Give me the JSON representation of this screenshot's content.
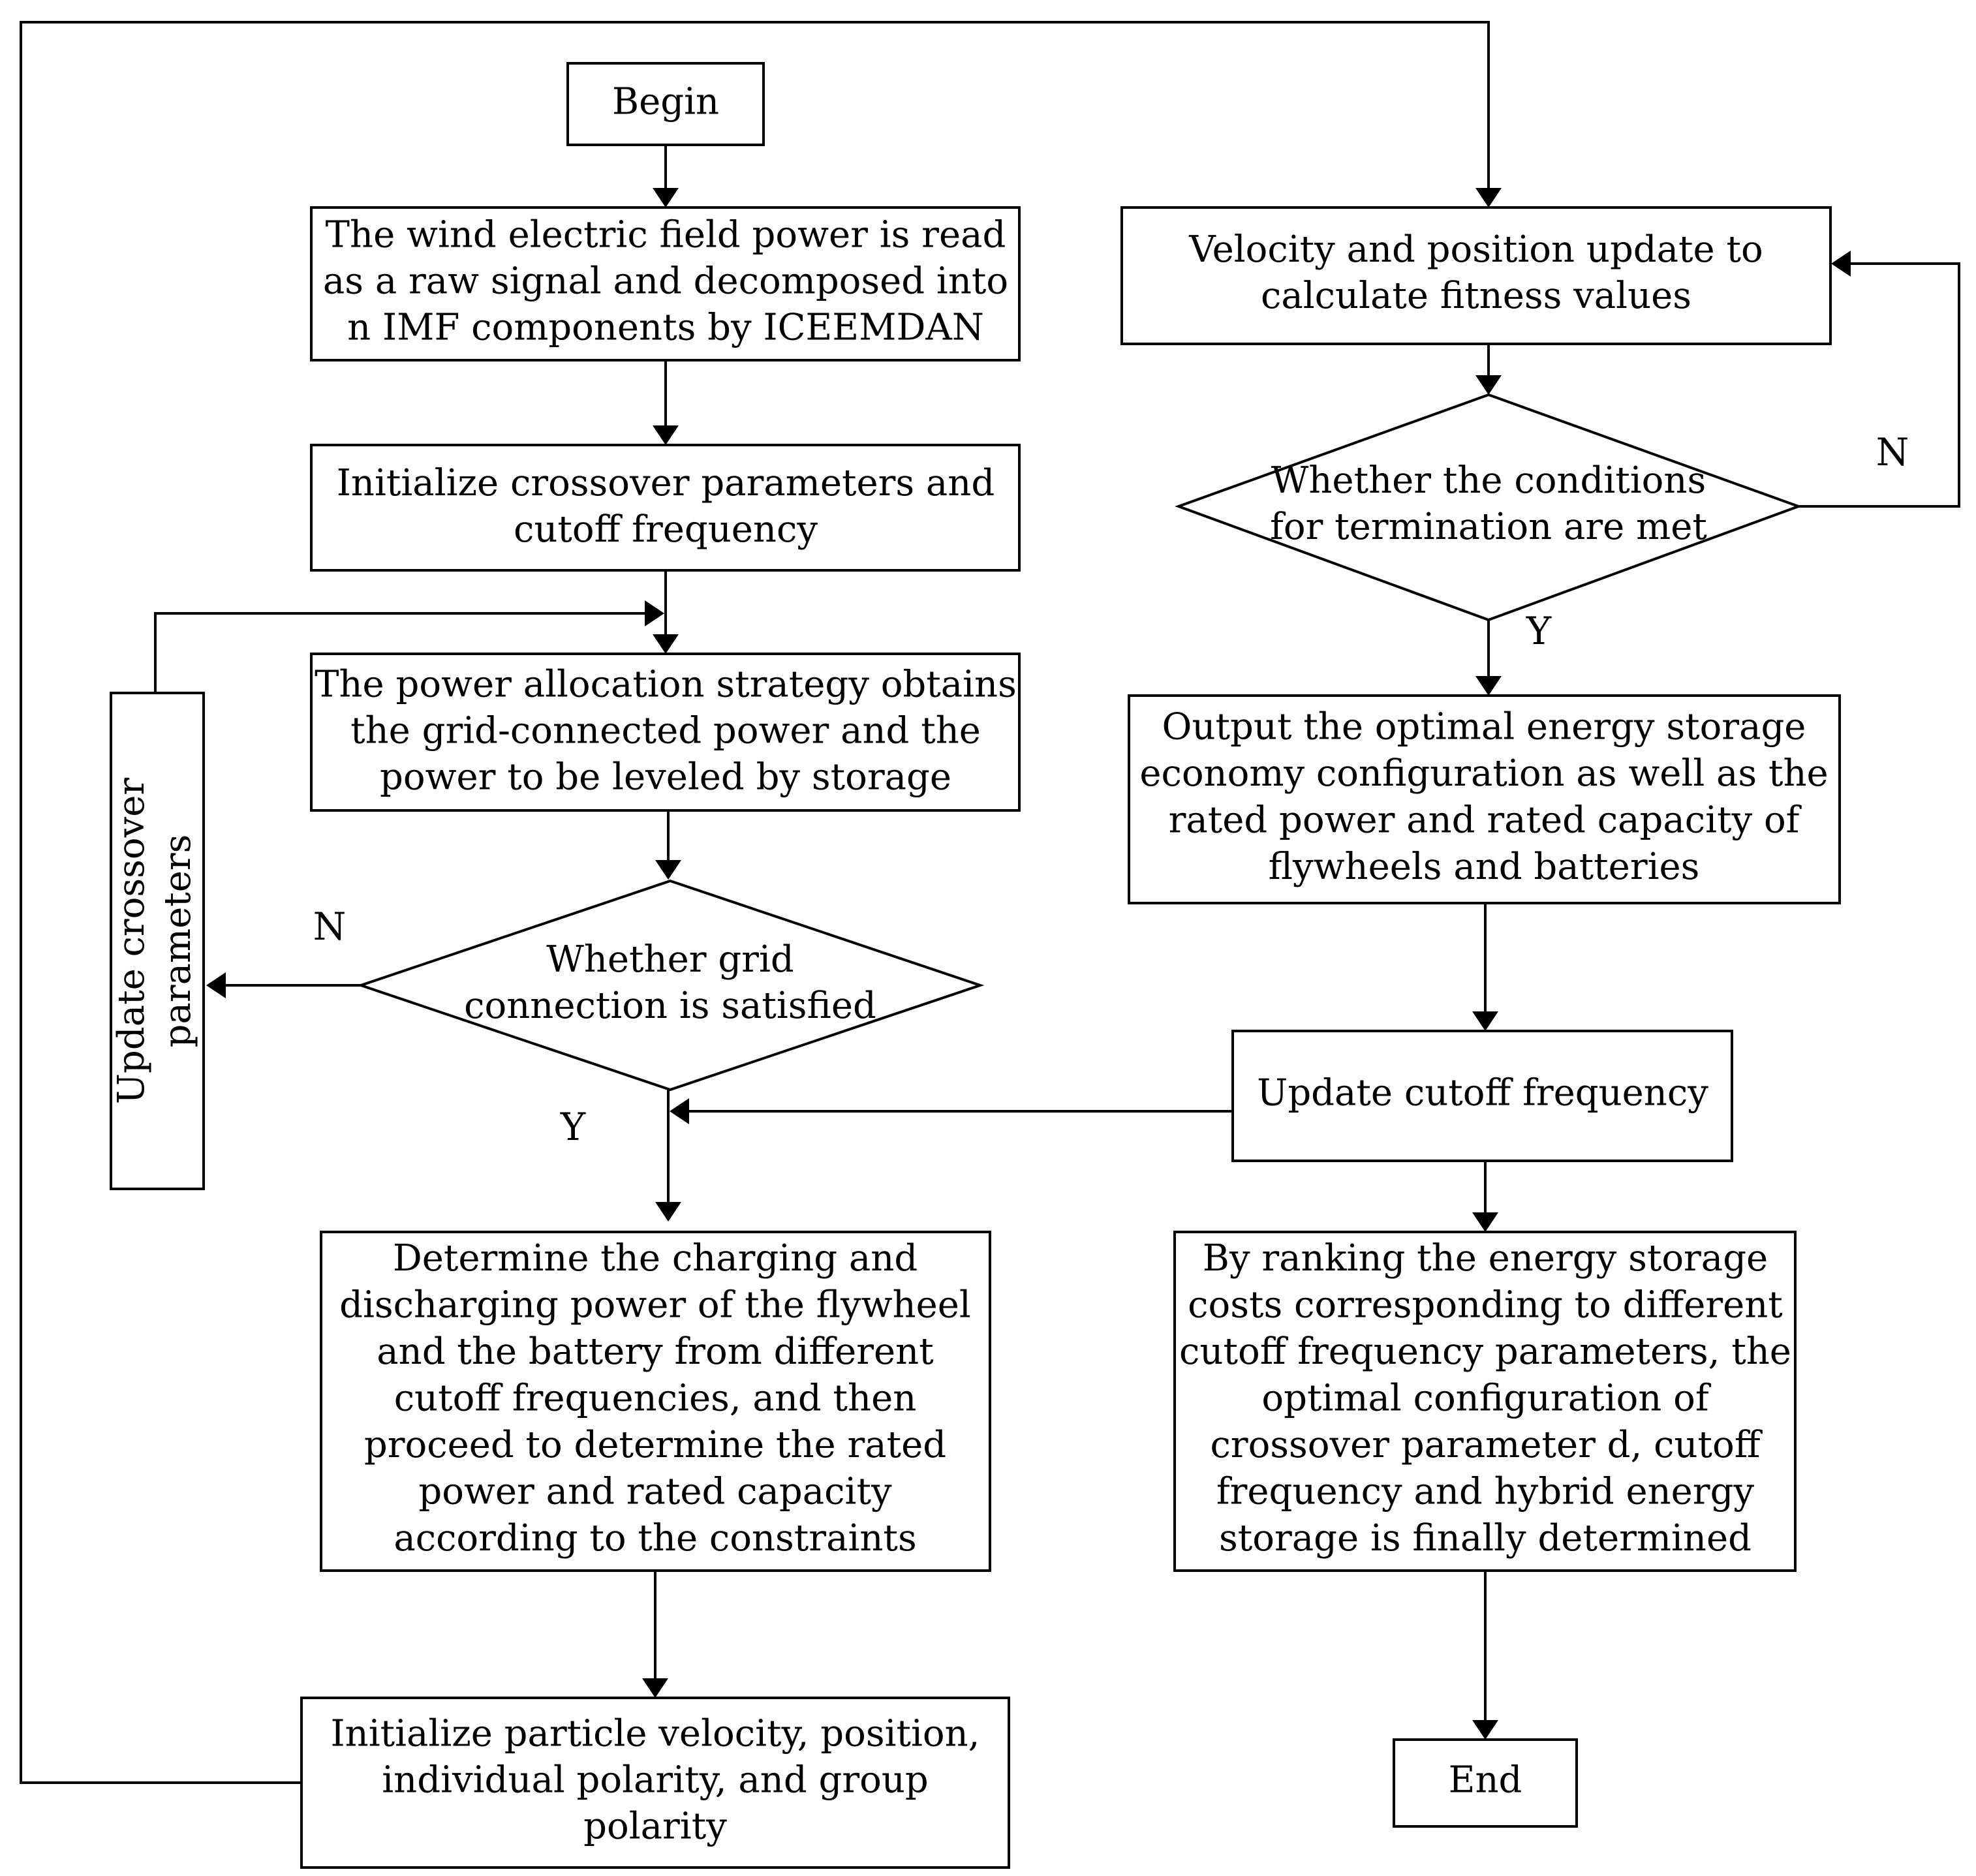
{
  "nodes": {
    "begin": [
      "Begin"
    ],
    "read_signal": [
      "The wind electric field power is read",
      "as a raw signal and decomposed into",
      "n IMF components by ICEEMDAN"
    ],
    "init_crossover": [
      "Initialize crossover parameters and",
      "cutoff frequency"
    ],
    "power_allocation": [
      "The power allocation strategy obtains",
      "the grid-connected power and the",
      "power to be leveled by storage"
    ],
    "grid_decision": [
      "Whether grid",
      "connection is satisfied"
    ],
    "update_crossover": [
      "Update crossover",
      "parameters"
    ],
    "determine_power": [
      "Determine the charging and",
      "discharging power of the flywheel",
      "and the battery from different",
      "cutoff frequencies, and then",
      "proceed to determine the rated",
      "power and rated capacity",
      "according to the constraints"
    ],
    "init_particle": [
      "Initialize particle velocity, position,",
      "individual polarity, and group",
      "polarity"
    ],
    "velocity_update": [
      "Velocity and position update to",
      "calculate fitness values"
    ],
    "termination_decision": [
      "Whether the conditions",
      "for termination are met"
    ],
    "output_optimal": [
      "Output the optimal energy storage",
      "economy configuration as well as the",
      "rated power and rated capacity of",
      "flywheels and batteries"
    ],
    "update_cutoff": [
      "Update cutoff frequency"
    ],
    "ranking": [
      "By ranking the energy storage",
      "costs corresponding to different",
      "cutoff frequency parameters, the",
      "optimal configuration of",
      "crossover parameter d, cutoff",
      "frequency and hybrid energy",
      "storage is finally determined"
    ],
    "end": [
      "End"
    ]
  },
  "branch_labels": {
    "grid_no": "N",
    "grid_yes": "Y",
    "termination_no": "N",
    "termination_yes": "Y"
  }
}
